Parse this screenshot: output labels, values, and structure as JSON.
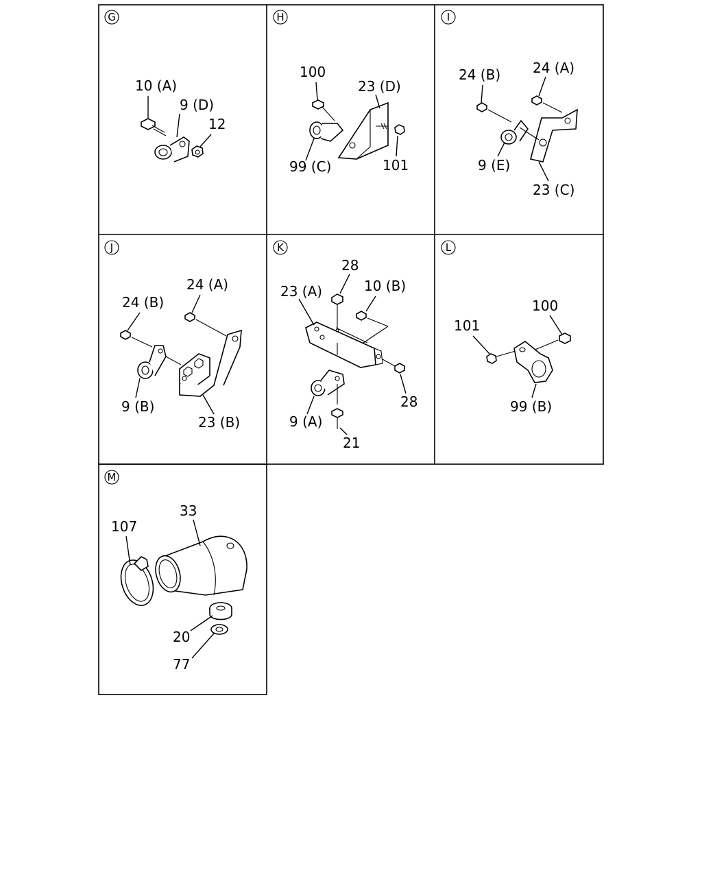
{
  "panels": [
    {
      "id": "G",
      "parts": [
        "10 (A)",
        "9 (D)",
        "12"
      ]
    },
    {
      "id": "H",
      "parts": [
        "100",
        "23 (D)",
        "99 (C)",
        "101"
      ]
    },
    {
      "id": "I",
      "parts": [
        "24 (B)",
        "24 (A)",
        "9 (E)",
        "23 (C)"
      ]
    },
    {
      "id": "J",
      "parts": [
        "24 (A)",
        "24 (B)",
        "9 (B)",
        "23 (B)"
      ]
    },
    {
      "id": "K",
      "parts": [
        "28",
        "23 (A)",
        "10 (B)",
        "28",
        "9 (A)",
        "21"
      ]
    },
    {
      "id": "L",
      "parts": [
        "100",
        "101",
        "99 (B)"
      ]
    },
    {
      "id": "M",
      "parts": [
        "33",
        "107",
        "20",
        "77"
      ]
    }
  ]
}
